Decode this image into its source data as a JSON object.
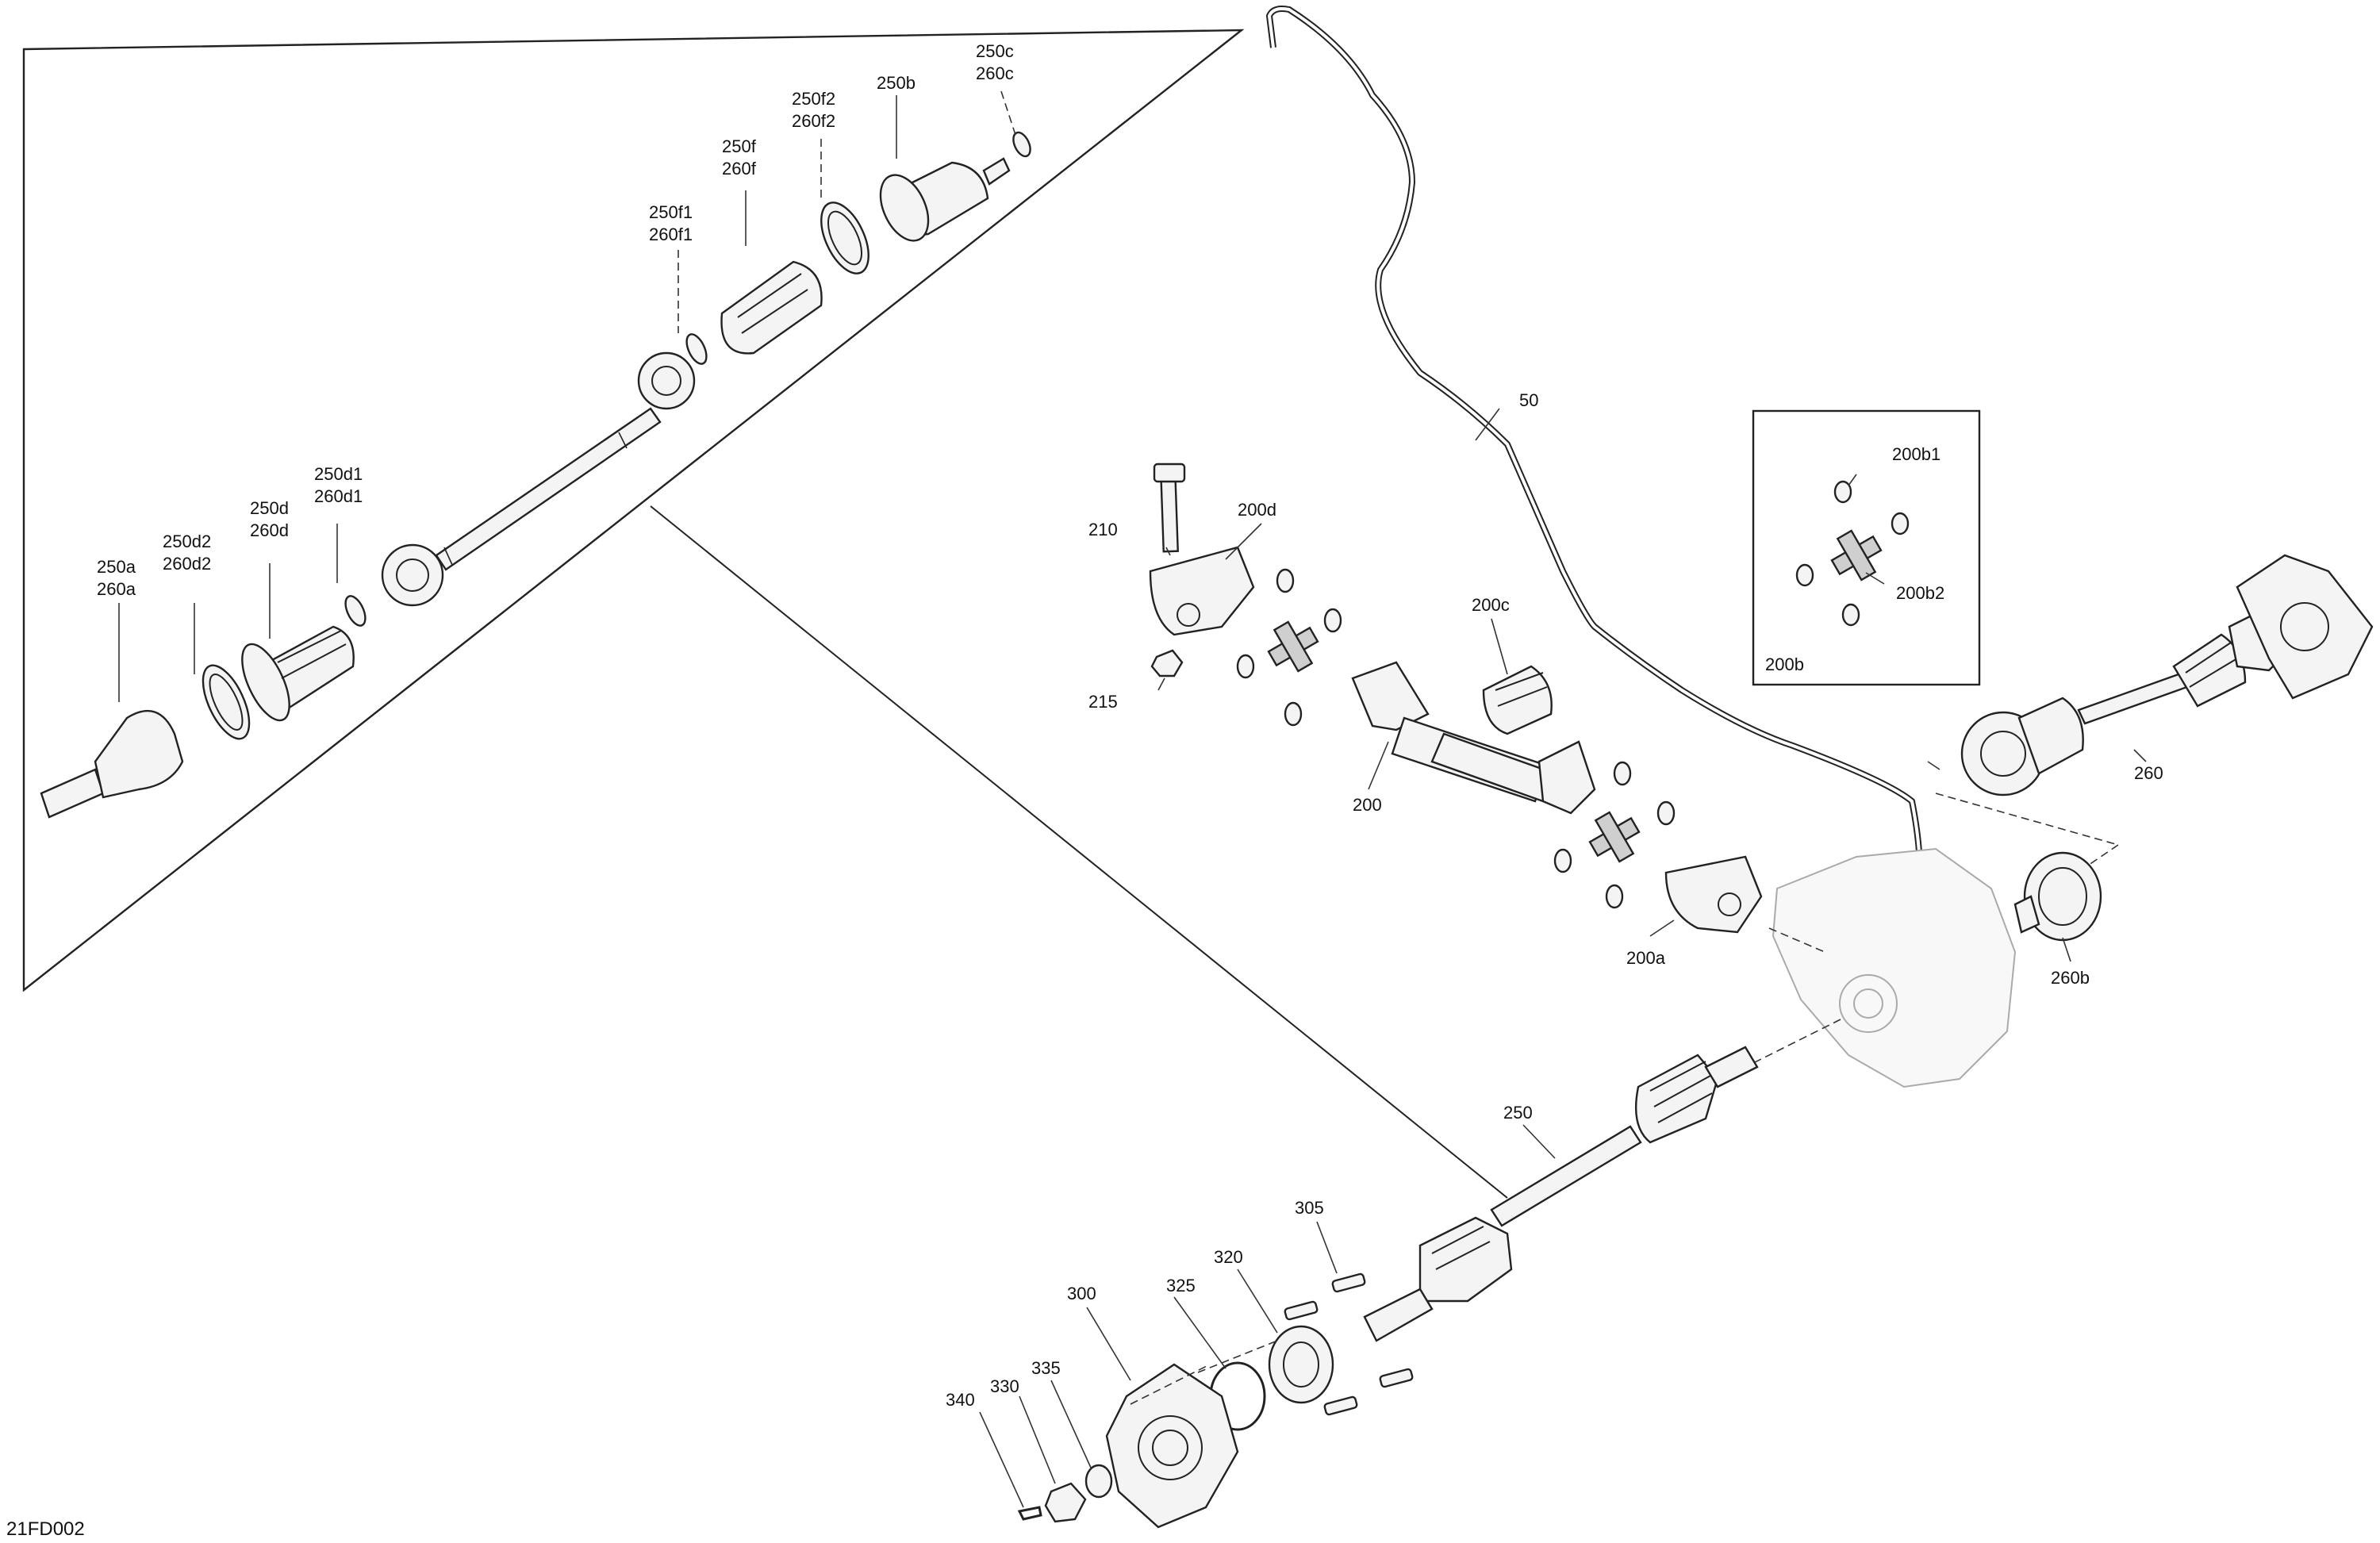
{
  "diagram_ref": "21FD002",
  "colors": {
    "line": "#222222",
    "ghost": "#aaaaaa",
    "text": "#111111"
  },
  "labels": {
    "l50": "50",
    "l200": "200",
    "l200a": "200a",
    "l200b": "200b",
    "l200b1": "200b1",
    "l200b2": "200b2",
    "l200c": "200c",
    "l200d": "200d",
    "l210": "210",
    "l215": "215",
    "l250": "250",
    "l260": "260",
    "l260b": "260b",
    "l300": "300",
    "l305": "305",
    "l320": "320",
    "l325": "325",
    "l330": "330",
    "l335": "335",
    "l340": "340",
    "l250a": "250a",
    "l260a": "260a",
    "l250b": "250b",
    "l250c": "250c",
    "l260c": "260c",
    "l250d": "250d",
    "l260d": "260d",
    "l250d1": "250d1",
    "l260d1": "260d1",
    "l250d2": "250d2",
    "l260d2": "260d2",
    "l250f": "250f",
    "l260f": "260f",
    "l250f1": "250f1",
    "l260f1": "260f1",
    "l250f2": "250f2",
    "l260f2": "260f2"
  }
}
